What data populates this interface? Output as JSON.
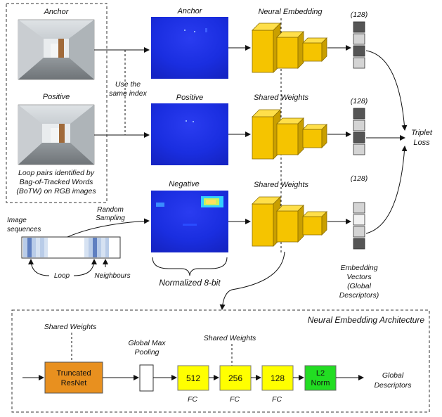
{
  "left_panel": {
    "anchor_label": "Anchor",
    "positive_label": "Positive",
    "caption_lines": [
      "Loop pairs identified by",
      "Bag-of-Tracked Words",
      "(BoTW) on RGB images"
    ]
  },
  "same_index_lines": [
    "Use the",
    "same index"
  ],
  "thermal": {
    "anchor_label": "Anchor",
    "positive_label": "Positive",
    "negative_label": "Negative",
    "normalized_label": "Normalized 8-bit"
  },
  "sampling": {
    "random_lines": [
      "Random",
      "Sampling"
    ],
    "sequences_lines": [
      "Image",
      "sequences"
    ],
    "loop_label": "Loop",
    "neighbours_label": "Neighbours"
  },
  "networks": {
    "neural_embedding_label": "Neural Embedding",
    "shared_weights_1": "Shared Weights",
    "shared_weights_2": "Shared Weights"
  },
  "embeddings": {
    "dim_1": "(128)",
    "dim_2": "(128)",
    "dim_3": "(128)",
    "caption_lines": [
      "Embedding",
      "Vectors",
      "(Global",
      "Descriptors)"
    ]
  },
  "triplet_lines": [
    "Triplet",
    "Loss"
  ],
  "architecture": {
    "title": "Neural Embedding Architecture",
    "shared_weights_a": "Shared Weights",
    "shared_weights_b": "Shared Weights",
    "resnet_lines": [
      "Truncated",
      "ResNet"
    ],
    "pool_lines": [
      "Global Max",
      "Pooling"
    ],
    "fc_sizes": [
      "512",
      "256",
      "128"
    ],
    "fc_label": "FC",
    "l2_lines": [
      "L2",
      "Norm"
    ],
    "output_lines": [
      "Global",
      "Descriptors"
    ]
  },
  "colors": {
    "cnn_yellow": "#f5c400",
    "resnet_orange": "#e8901f",
    "fc_yellow": "#ffff00",
    "l2_green": "#22dd22",
    "thermal_blue": "#1a2ee0"
  }
}
